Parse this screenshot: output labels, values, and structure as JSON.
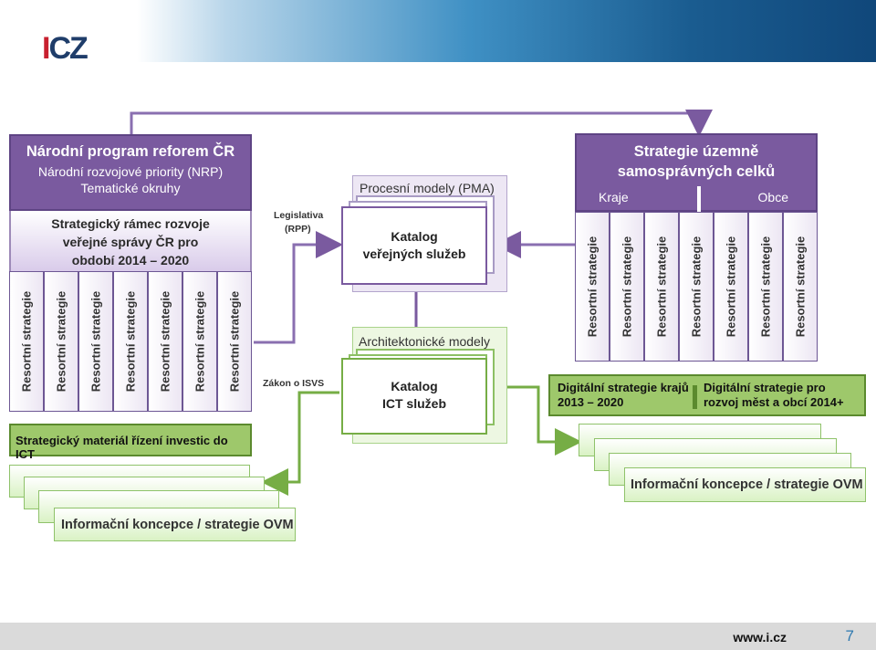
{
  "header": {
    "logo_i": "I",
    "logo_cz": "CZ"
  },
  "left": {
    "title": "Národní program reforem ČR",
    "line1": "Národní rozvojové priority (NRP)",
    "line2": "Tematické okruhy",
    "frame_l1": "Strategický rámec rozvoje",
    "frame_l2": "veřejné správy ČR pro",
    "frame_l3": "období 2014 – 2020",
    "columns": [
      "Resortní strategie",
      "Resortní strategie",
      "Resortní strategie",
      "Resortní strategie",
      "Resortní strategie",
      "Resortní strategie",
      "Resortní strategie"
    ],
    "ict_bar": "Strategický materiál řízení investic do ICT",
    "card_label": "Informační koncepce / strategie OVM"
  },
  "center": {
    "legislativa": "Legislativa",
    "rpp": "(RPP)",
    "proc_title": "Procesní modely (PMA)",
    "cat1_l1": "Katalog",
    "cat1_l2": "veřejných služeb",
    "arch_title": "Architektonické modely",
    "zakon": "Zákon o ISVS",
    "cat2_l1": "Katalog",
    "cat2_l2": "ICT služeb"
  },
  "right": {
    "title_l1": "Strategie územně",
    "title_l2": "samosprávných celků",
    "kraje": "Kraje",
    "obce": "Obce",
    "columns": [
      "Resortní strategie",
      "Resortní strategie",
      "Resortní strategie",
      "Resortní strategie",
      "Resortní strategie",
      "Resortní strategie",
      "Resortní strategie"
    ],
    "dig_l1a": "Digitální strategie krajů",
    "dig_l1b": "2013 – 2020",
    "dig_l2a": "Digitální strategie pro",
    "dig_l2b": "rozvoj měst a obcí 2014+",
    "card_label": "Informační koncepce / strategie OVM"
  },
  "footer": {
    "url": "www.i.cz",
    "page": "7"
  }
}
